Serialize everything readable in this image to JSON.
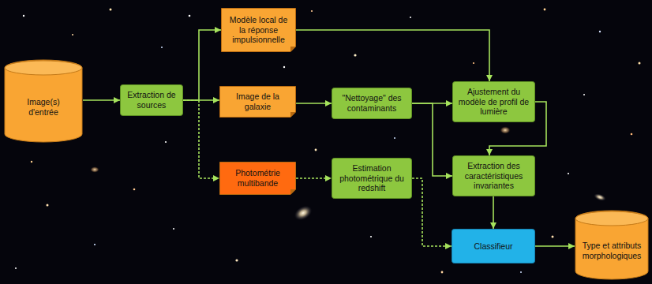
{
  "diagram": {
    "nodes": [
      {
        "text": [
          "Image(s) d'entrée"
        ]
      },
      {
        "text": [
          "Extraction de sources"
        ]
      },
      {
        "text": [
          "Modèle local de la réponse impulsionnelle"
        ]
      },
      {
        "text": [
          "Image de la galaxie"
        ]
      },
      {
        "text": [
          "Photométrie multibande"
        ]
      },
      {
        "text": [
          "\"Nettoyage\" des contaminants"
        ]
      },
      {
        "text": [
          "Estimation photométrique du redshift"
        ]
      },
      {
        "text": [
          "Ajustement du modèle de profil de lumière"
        ]
      },
      {
        "text": [
          "Extraction des caractéristiques invariantes"
        ]
      },
      {
        "text": [
          "Classifieur"
        ]
      },
      {
        "text": [
          "Type et attributs morphologiques"
        ]
      }
    ],
    "edges": [
      {
        "from": 0,
        "to": 1,
        "arrow": "to"
      },
      {
        "from": 1,
        "to": 2,
        "arrow": "to"
      },
      {
        "from": 1,
        "to": 3,
        "arrow": "to"
      },
      {
        "from": 1,
        "to": 4,
        "arrow": "to"
      },
      {
        "from": 2,
        "to": 7,
        "arrow": "to"
      },
      {
        "from": 3,
        "to": 5,
        "arrow": "to"
      },
      {
        "from": 5,
        "to": 7,
        "arrow": "to"
      },
      {
        "from": 5,
        "to": 8,
        "arrow": "to"
      },
      {
        "from": 7,
        "to": 8,
        "arrow": "to"
      },
      {
        "from": 4,
        "to": 6,
        "arrow": "to"
      },
      {
        "from": 6,
        "to": 9,
        "arrow": "to"
      },
      {
        "from": 8,
        "to": 9,
        "arrow": "to"
      },
      {
        "from": 9,
        "to": 10,
        "arrow": "to"
      }
    ]
  }
}
